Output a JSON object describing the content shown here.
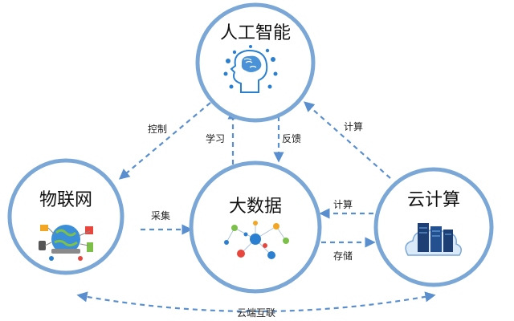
{
  "colors": {
    "circle_stroke": "#7aa7d6",
    "arrow": "#5a8fcf",
    "icon_blue": "#2a7fd0",
    "accent_green": "#7cc04a",
    "accent_orange": "#f2a623",
    "accent_red": "#e8463d"
  },
  "nodes": {
    "ai": {
      "label": "人工智能",
      "icon": "brain-head-icon"
    },
    "iot": {
      "label": "物联网",
      "icon": "connected-globe-icon"
    },
    "bigdata": {
      "label": "大数据",
      "icon": "data-network-icon"
    },
    "cloud": {
      "label": "云计算",
      "icon": "cloud-server-icon"
    }
  },
  "edges": {
    "control": "控制",
    "learn": "学习",
    "feedback": "反馈",
    "compute_ai": "计算",
    "collect": "采集",
    "compute_bd": "计算",
    "storage": "存储",
    "cloud_edge": "云端互联"
  }
}
